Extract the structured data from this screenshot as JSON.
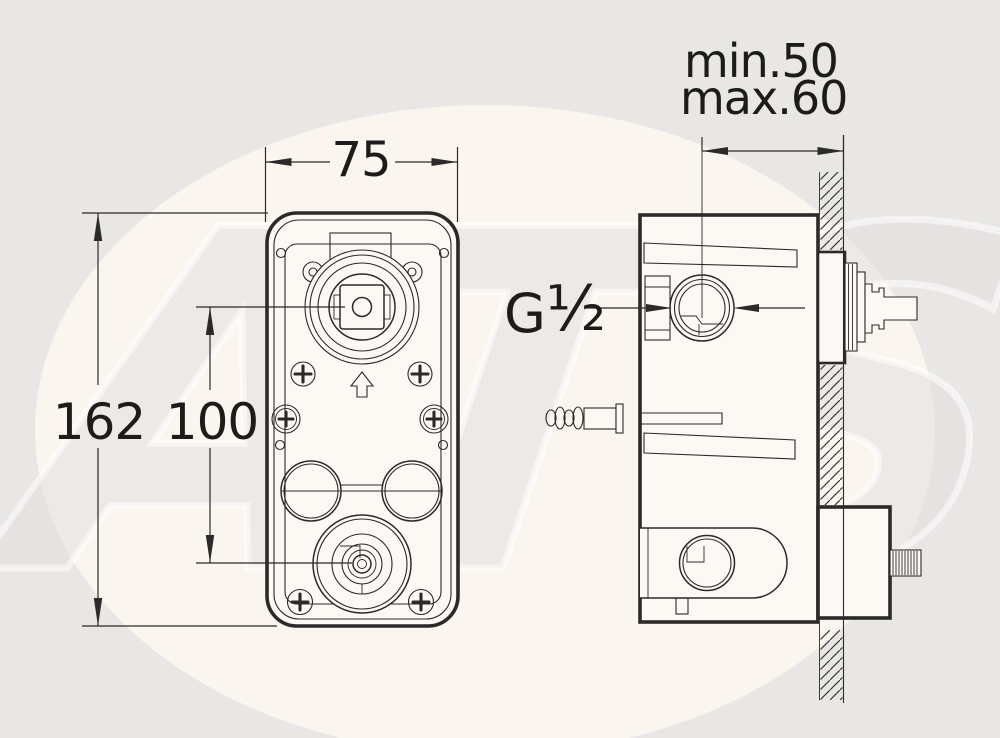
{
  "drawing": {
    "kind": "concealed-valve-installation-diagram",
    "background_color": "#e9e7e5",
    "highlight_blob_color": "#fbf5ef",
    "line_color": "#2b2a28"
  },
  "labels": {
    "body_width_mm": "75",
    "body_height_mm": "162",
    "valve_center_distance_mm": "100",
    "install_depth_min": "min.50",
    "install_depth_max": "max.60",
    "thread_base": "G",
    "thread_fraction": "½"
  },
  "watermark": {
    "text": "ATS"
  }
}
